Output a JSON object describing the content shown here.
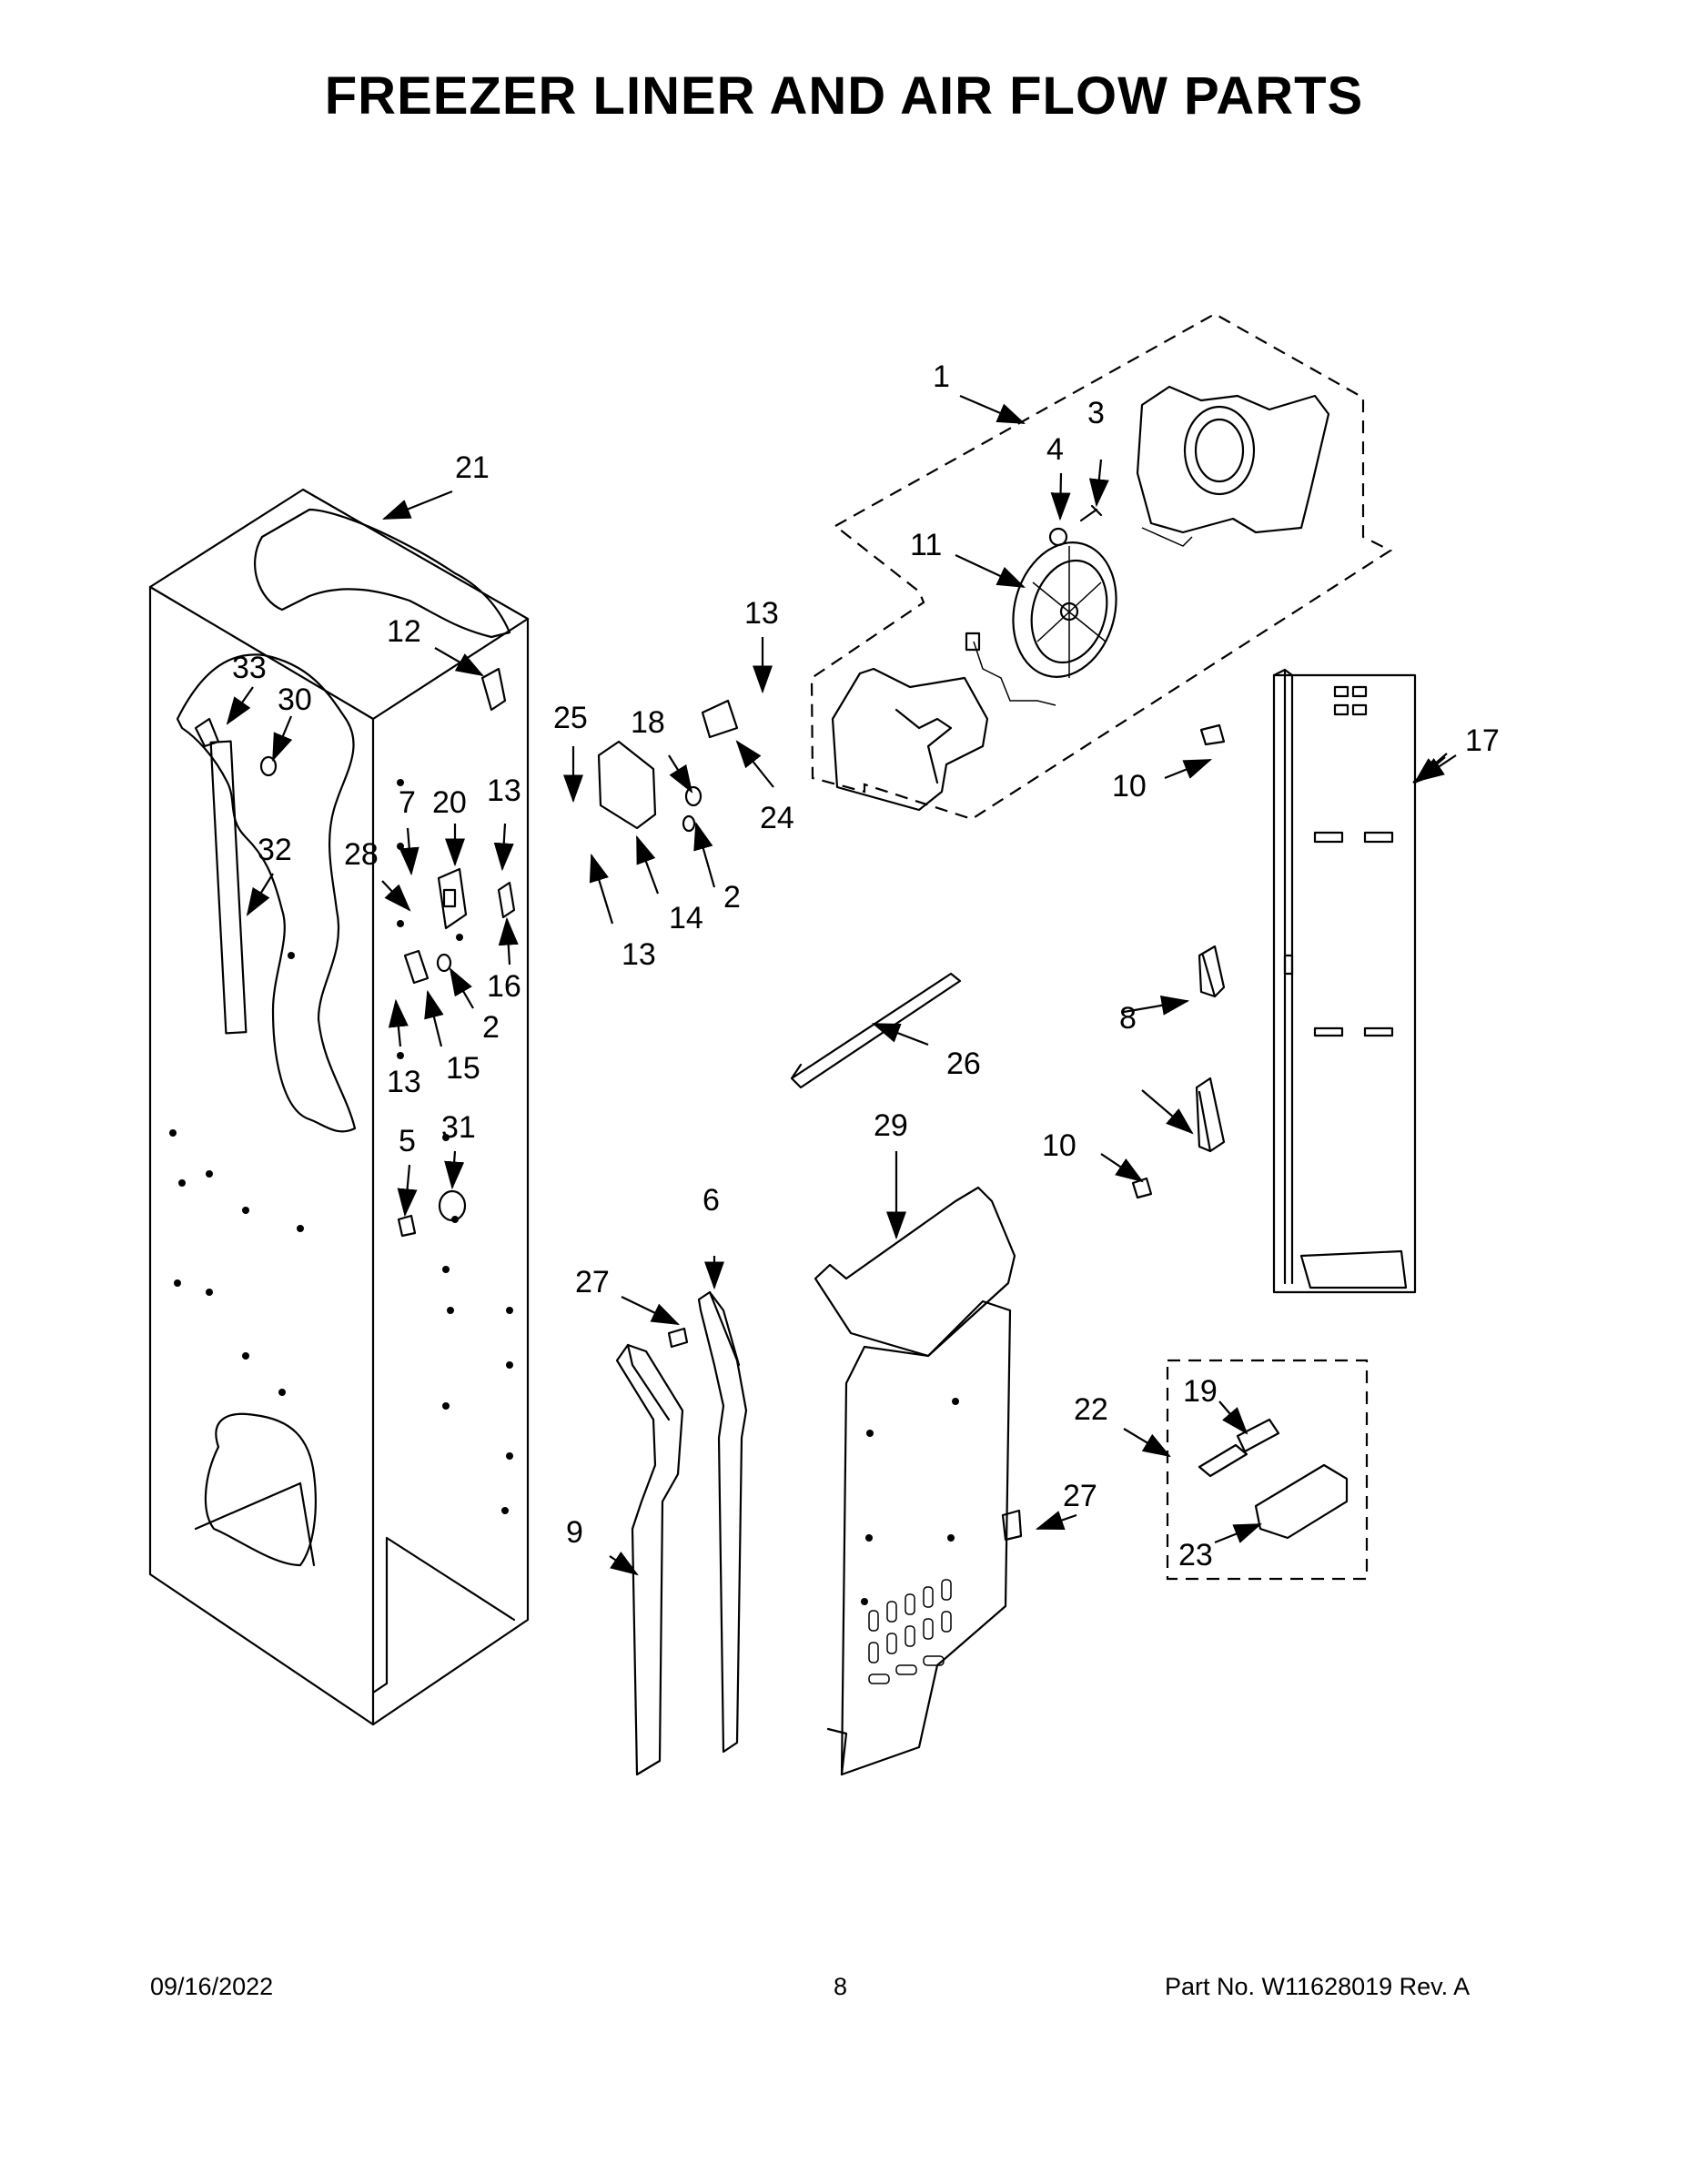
{
  "title": "FREEZER LINER AND AIR FLOW PARTS",
  "footer": {
    "date": "09/16/2022",
    "page": "8",
    "part_number": "Part No.  W11628019  Rev.  A"
  },
  "callouts": [
    {
      "id": "c1",
      "label": "1"
    },
    {
      "id": "c2a",
      "label": "2"
    },
    {
      "id": "c2b",
      "label": "2"
    },
    {
      "id": "c3",
      "label": "3"
    },
    {
      "id": "c4",
      "label": "4"
    },
    {
      "id": "c5",
      "label": "5"
    },
    {
      "id": "c6",
      "label": "6"
    },
    {
      "id": "c7",
      "label": "7"
    },
    {
      "id": "c8",
      "label": "8"
    },
    {
      "id": "c9",
      "label": "9"
    },
    {
      "id": "c10a",
      "label": "10"
    },
    {
      "id": "c10b",
      "label": "10"
    },
    {
      "id": "c11",
      "label": "11"
    },
    {
      "id": "c12",
      "label": "12"
    },
    {
      "id": "c13a",
      "label": "13"
    },
    {
      "id": "c13b",
      "label": "13"
    },
    {
      "id": "c13c",
      "label": "13"
    },
    {
      "id": "c13d",
      "label": "13"
    },
    {
      "id": "c14",
      "label": "14"
    },
    {
      "id": "c15",
      "label": "15"
    },
    {
      "id": "c16",
      "label": "16"
    },
    {
      "id": "c17",
      "label": "17"
    },
    {
      "id": "c18",
      "label": "18"
    },
    {
      "id": "c19",
      "label": "19"
    },
    {
      "id": "c20",
      "label": "20"
    },
    {
      "id": "c21",
      "label": "21"
    },
    {
      "id": "c22",
      "label": "22"
    },
    {
      "id": "c23",
      "label": "23"
    },
    {
      "id": "c24",
      "label": "24"
    },
    {
      "id": "c25",
      "label": "25"
    },
    {
      "id": "c26",
      "label": "26"
    },
    {
      "id": "c27a",
      "label": "27"
    },
    {
      "id": "c27b",
      "label": "27"
    },
    {
      "id": "c28",
      "label": "28"
    },
    {
      "id": "c29",
      "label": "29"
    },
    {
      "id": "c30",
      "label": "30"
    },
    {
      "id": "c31",
      "label": "31"
    },
    {
      "id": "c32",
      "label": "32"
    },
    {
      "id": "c33",
      "label": "33"
    }
  ]
}
